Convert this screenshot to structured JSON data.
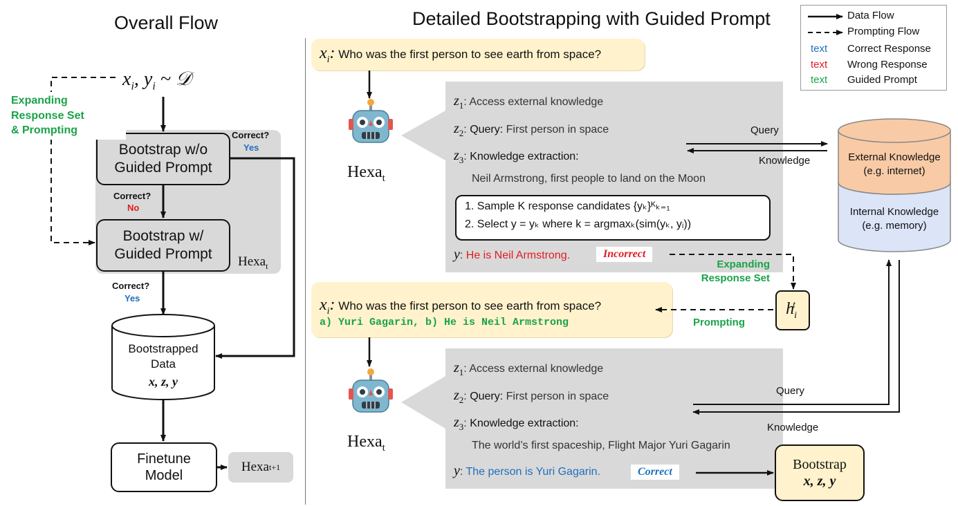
{
  "left": {
    "title": "Overall Flow",
    "input": "x",
    "input_full": "xᵢ, yᵢ ~ 𝒟",
    "expanding_label": "Expanding\nResponse Set\n& Prompting",
    "box_wo": "Bootstrap w/o\nGuided Prompt",
    "box_w": "Bootstrap w/\nGuided Prompt",
    "correct_q": "Correct?",
    "yes": "Yes",
    "no": "No",
    "hexa": "Hexa",
    "hexa_sub": "t",
    "data_box": "Bootstrapped\nData",
    "data_vars": "x, z, y",
    "finetune": "Finetune\nModel",
    "hexa_next": "Hexa",
    "hexa_next_sub": "t+1"
  },
  "right": {
    "title": "Detailed Bootstrapping with Guided Prompt",
    "question_var": "xᵢ:",
    "question": "Who was the first person to see earth from space?",
    "guided_options": "a) Yuri Gagarin, b) He is Neil Armstrong",
    "top": {
      "z1": "Access external knowledge",
      "z2_key": "Query:",
      "z2": "First person in space",
      "z3_key": "Knowledge extraction:",
      "z3_text": "Neil Armstrong, first people to land on the Moon",
      "step1": "1.  Sample K response candidates {yₖ}ᴷₖ₌₁",
      "step2": "2.  Select y = yₖ where k = argmaxₖ(sim(yₖ, yᵢ))",
      "answer": "He is Neil Armstrong.",
      "verdict": "Incorrect"
    },
    "bottom": {
      "z1": "Access external knowledge",
      "z2_key": "Query:",
      "z2": "First person in space",
      "z3_key": "Knowledge extraction:",
      "z3_text": "The world’s first spaceship, Flight Major Yuri Gagarin",
      "answer": "The person is Yuri Gagarin.",
      "verdict": "Correct"
    },
    "query": "Query",
    "knowledge": "Knowledge",
    "external": "External Knowledge\n(e.g. internet)",
    "internal": "Internal Knowledge\n(e.g. memory)",
    "expanding": "Expanding\nResponse Set",
    "prompting": "Prompting",
    "hint": "h",
    "bootstrap": "Bootstrap",
    "bootstrap_vars": "x, z, y"
  },
  "legend": {
    "data_flow": "Data Flow",
    "prompting_flow": "Prompting Flow",
    "sample": "text",
    "correct": "Correct Response",
    "wrong": "Wrong Response",
    "guided": "Guided Prompt"
  },
  "colors": {
    "correct": "#1f6fbf",
    "wrong": "#e11b22",
    "guided": "#1aa34a",
    "panel": "#d9d9d9",
    "prompt_bg": "#fff2cc"
  }
}
